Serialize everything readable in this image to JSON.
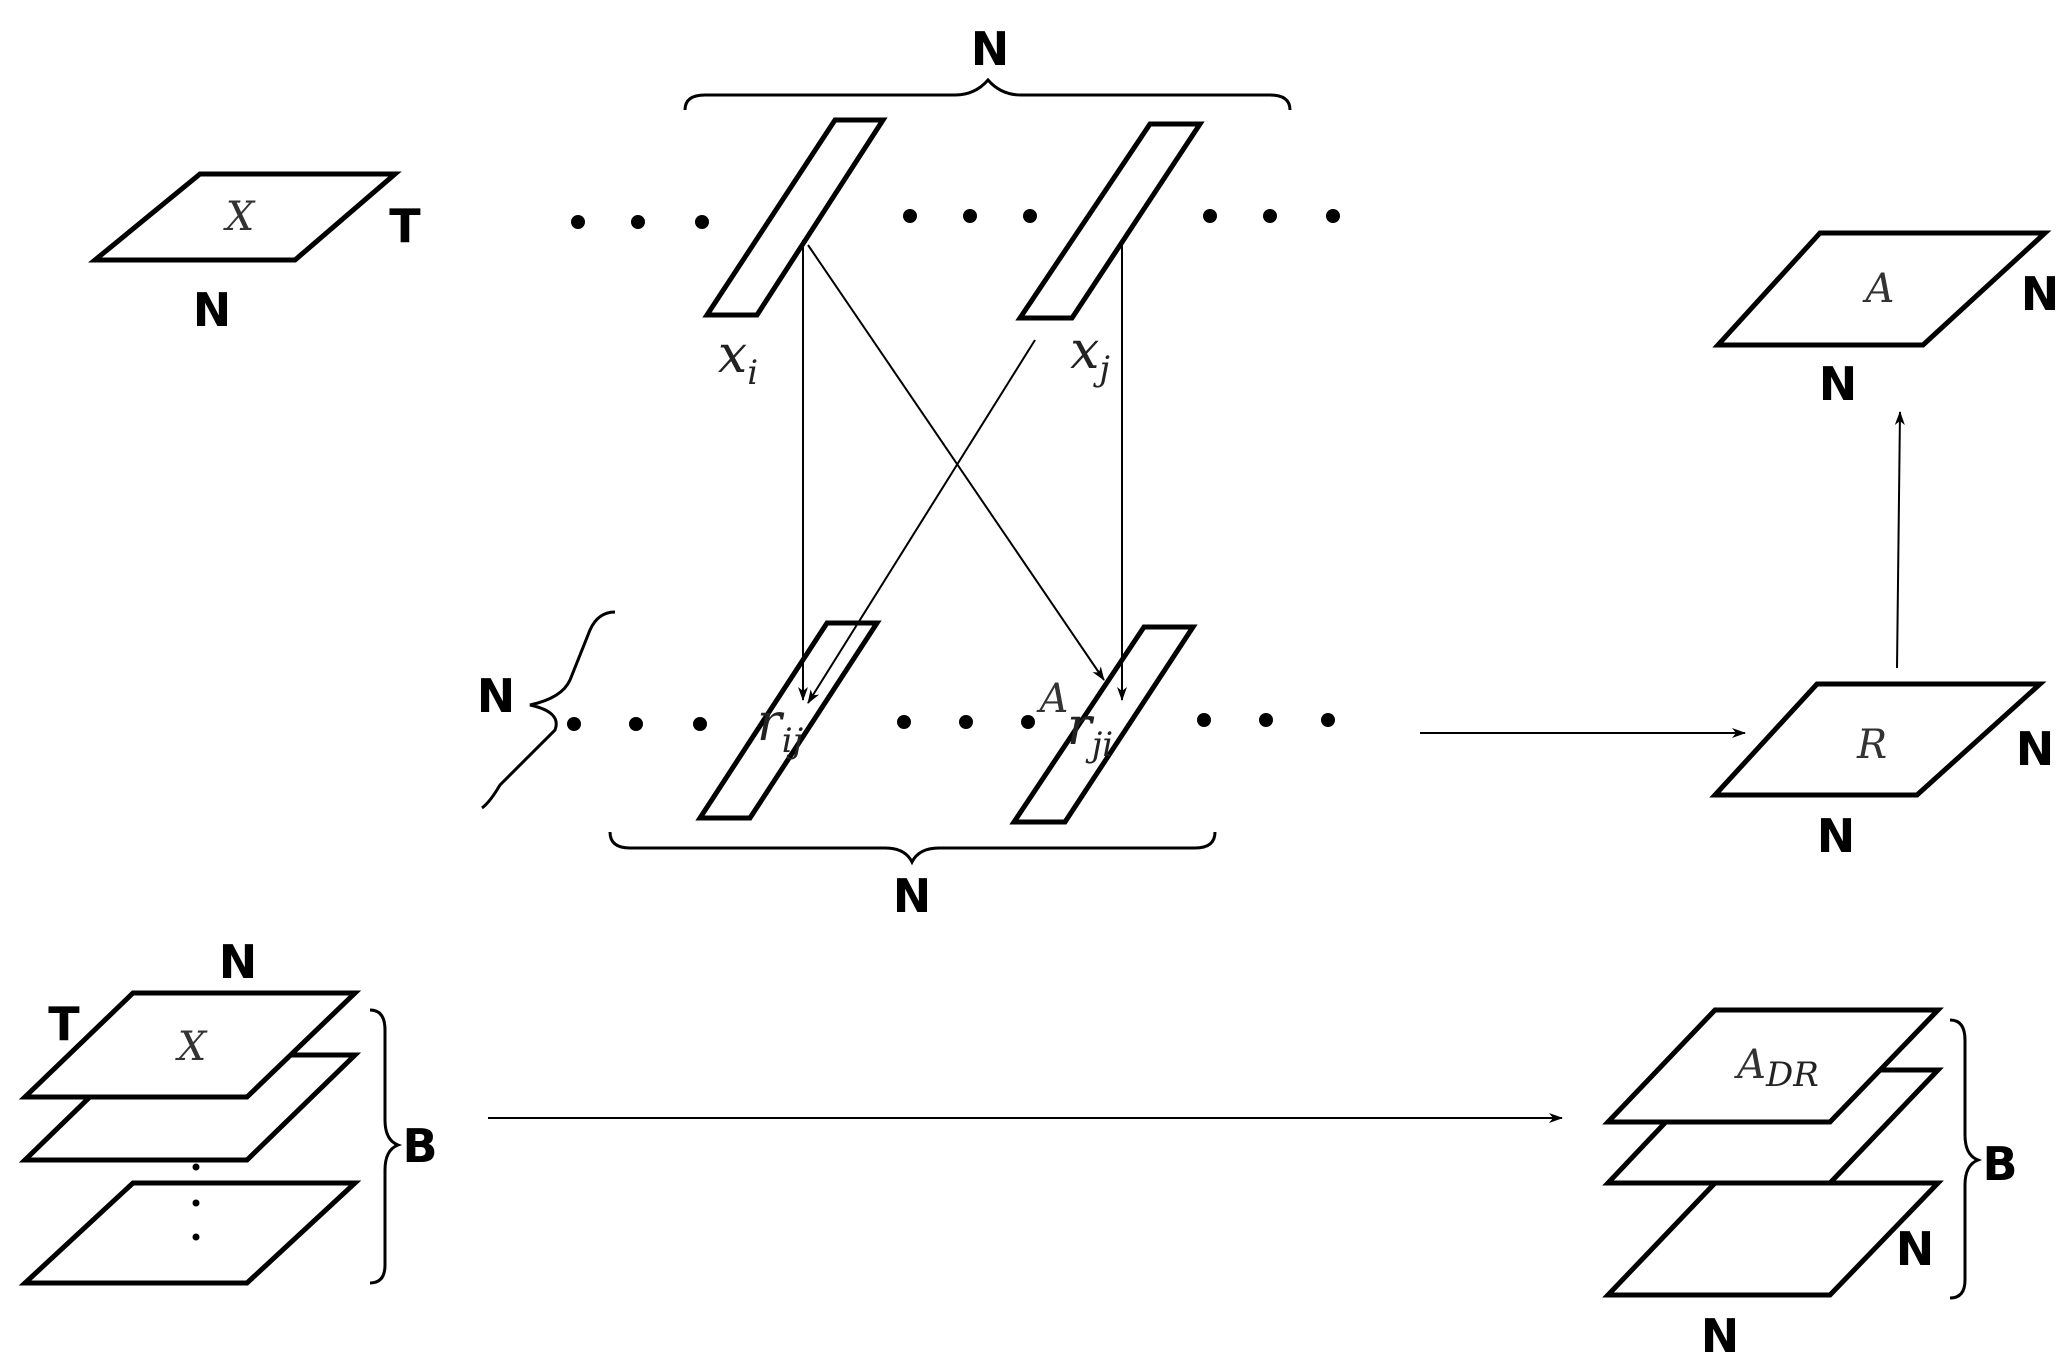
{
  "labels": {
    "n": "N",
    "t": "T",
    "b": "B",
    "x_matrix": "X",
    "a_matrix": "A",
    "r_matrix": "R",
    "a_dr_base": "A",
    "a_dr_sub": "DR",
    "x_i_base": "x",
    "x_i_sub": "i",
    "x_j_base": "x",
    "x_j_sub": "j",
    "r_ij_base": "r",
    "r_ij_sub": "ij",
    "r_ji_base": "r",
    "r_ji_sub": "ji",
    "stray_a": "A"
  }
}
